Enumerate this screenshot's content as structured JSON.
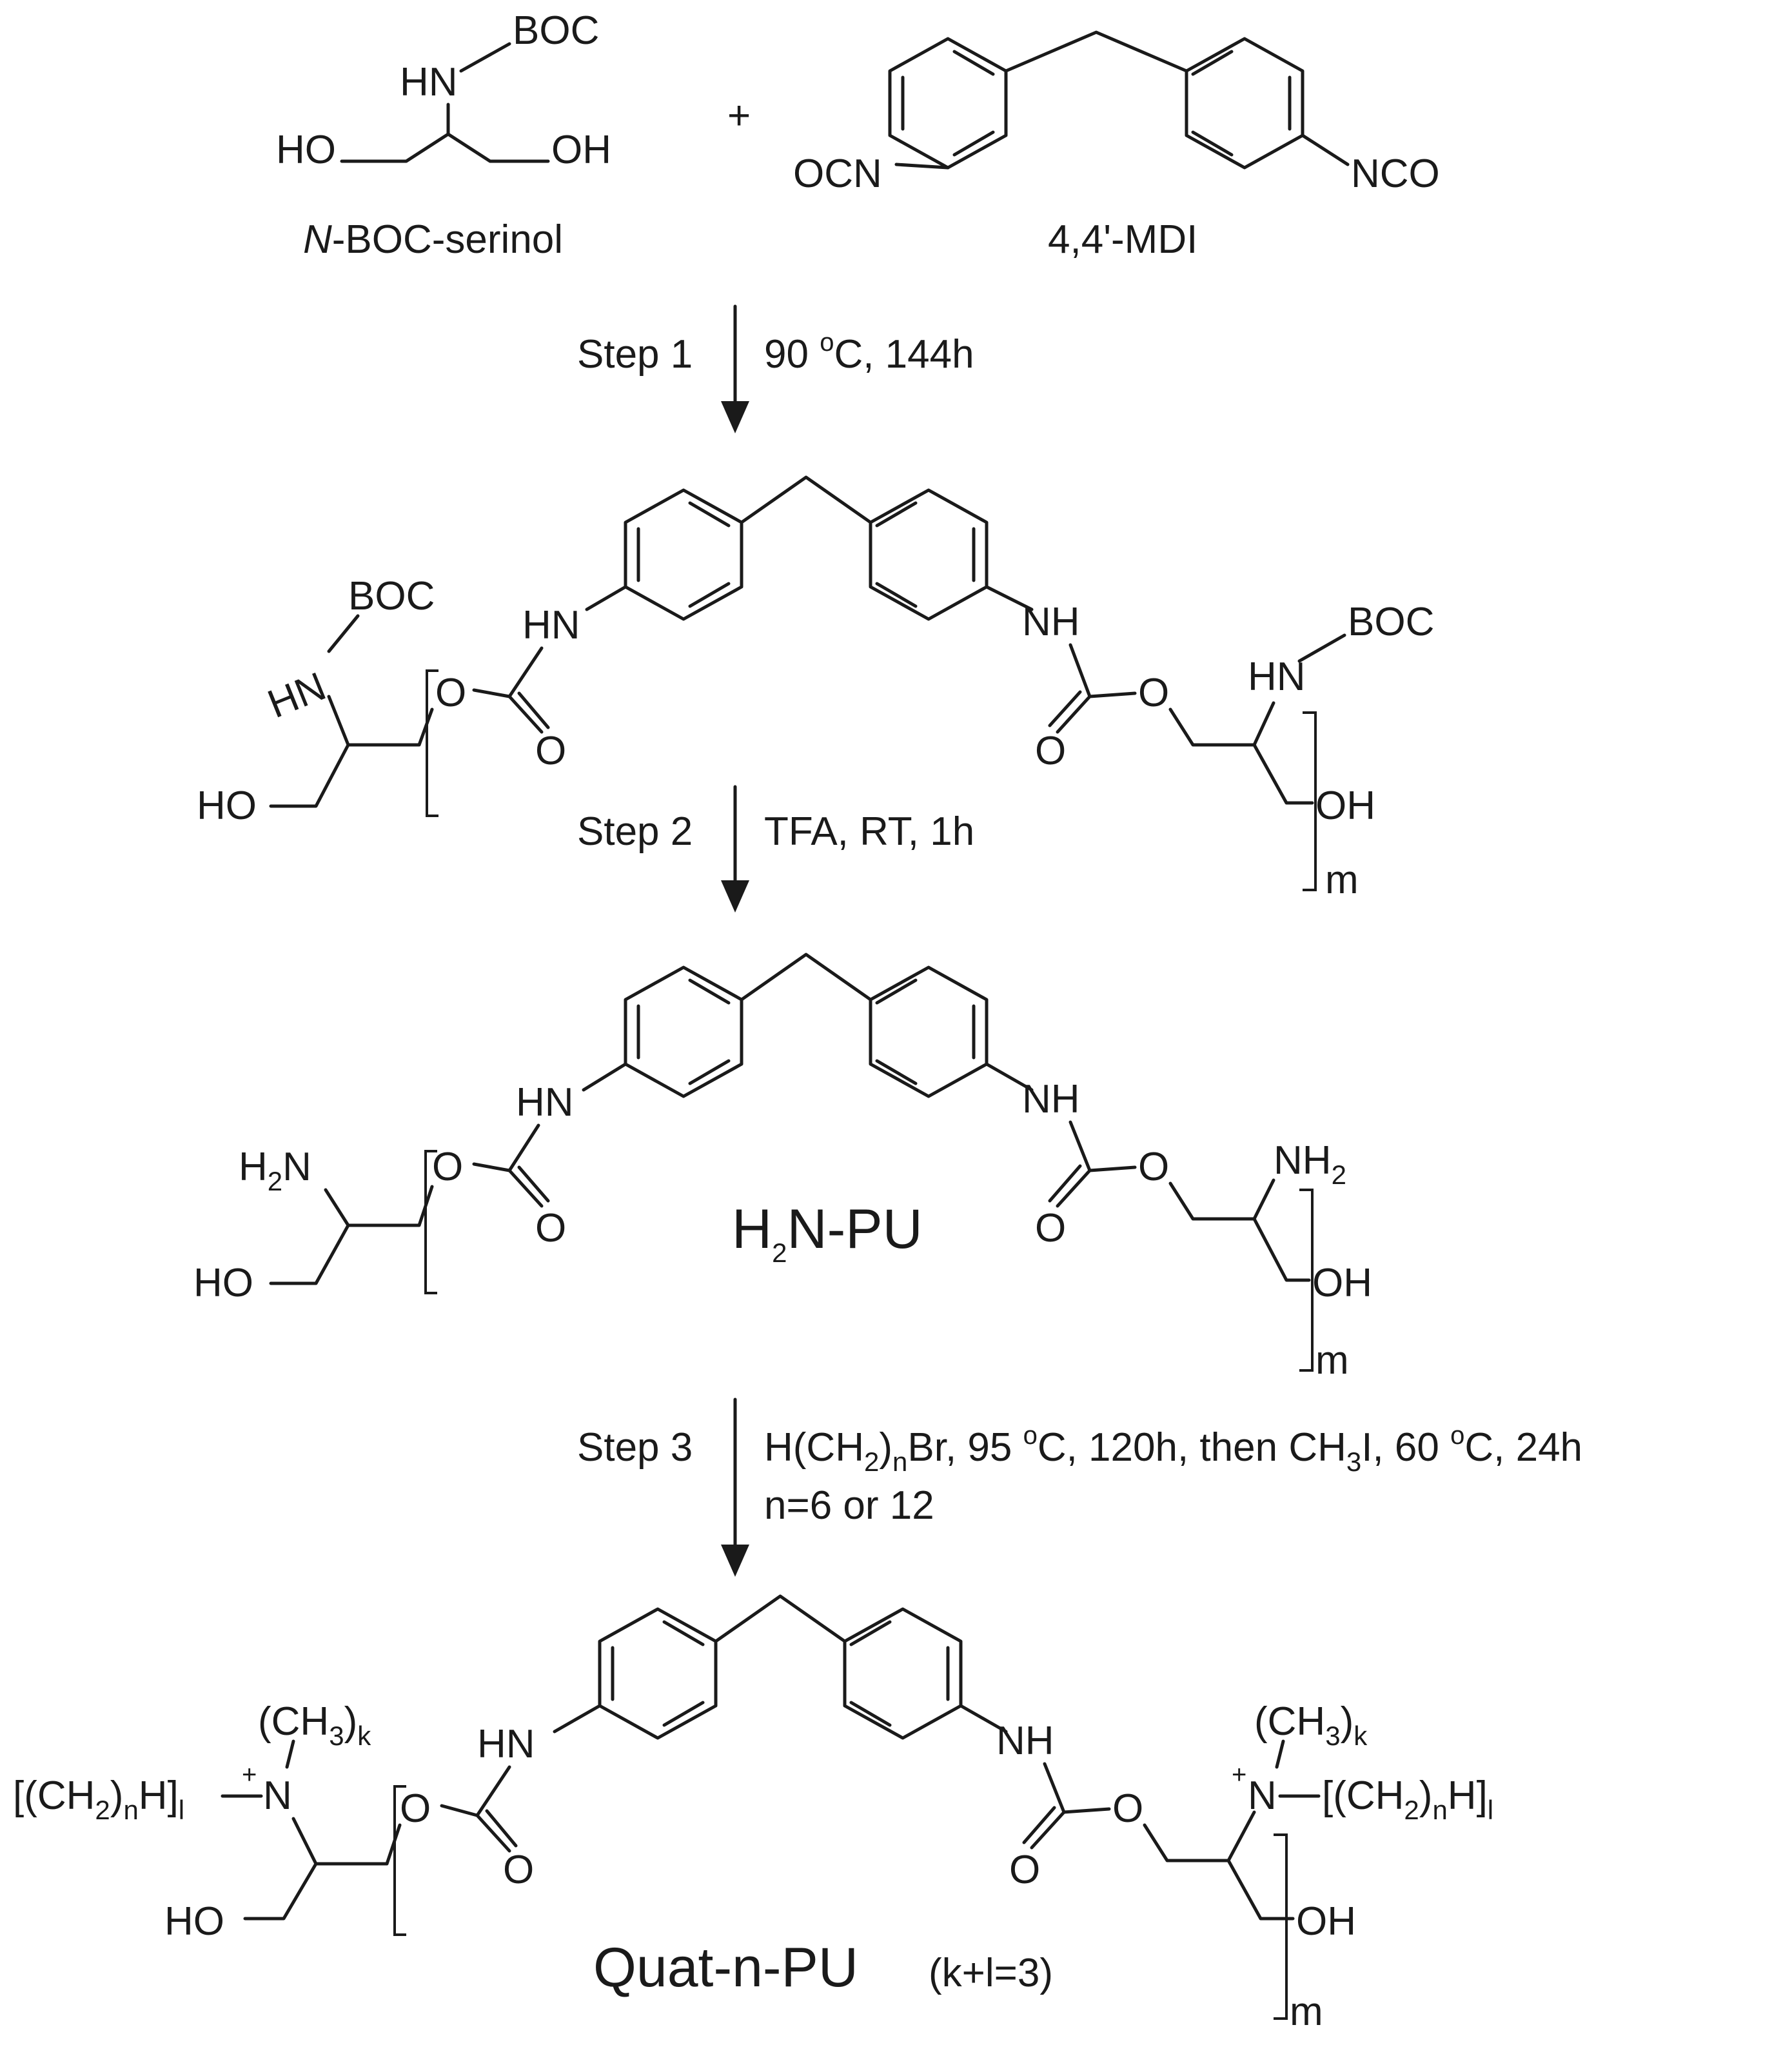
{
  "reactants": {
    "serinol": {
      "BOC": "BOC",
      "HN": "HN",
      "HO": "HO",
      "OH": "OH",
      "name_italic": "N",
      "name_rest": "-BOC-serinol"
    },
    "plus": "+",
    "mdi": {
      "OCN": "OCN",
      "NCO": "NCO",
      "name": "4,4'-MDI"
    }
  },
  "step1": {
    "label": "Step 1",
    "temp": "90 ",
    "deg": "o",
    "rest": "C, 144h"
  },
  "step2": {
    "label": "Step 2",
    "cond": "TFA, RT, 1h"
  },
  "step3": {
    "label": "Step 3",
    "line1": {
      "a": "H(CH",
      "n2": "2",
      "b": ")",
      "n": "n",
      "c": "Br, 95 ",
      "deg1": "o",
      "d": "C, 120h, then CH",
      "n3": "3",
      "e": "I, 60 ",
      "deg2": "o",
      "f": "C, 24h"
    },
    "line2": "n=6 or 12"
  },
  "p1": {
    "BOC": "BOC",
    "HN": "HN",
    "HO": "HO",
    "O": "O",
    "NH": "NH",
    "OH": "OH",
    "m": "m"
  },
  "p2": {
    "H": "H",
    "two": "2",
    "N": "N",
    "O": "O",
    "HN": "HN",
    "NH": "NH",
    "OH": "OH",
    "HO": "HO",
    "m": "m",
    "name_a": "H",
    "name_2": "2",
    "name_b": "N-PU"
  },
  "p3": {
    "ch3": "(CH",
    "three": "3",
    "close": ")",
    "k": "k",
    "alk_a": "[(CH",
    "alk_2": "2",
    "alk_b": ")",
    "alk_n": "n",
    "alk_c": "H]",
    "alk_l": "l",
    "plus": "+",
    "N": "N",
    "O": "O",
    "HN": "HN",
    "NH": "NH",
    "HO": "HO",
    "OH": "OH",
    "m": "m",
    "name": "Quat-n-PU",
    "name_note": "(k+l=3)"
  }
}
